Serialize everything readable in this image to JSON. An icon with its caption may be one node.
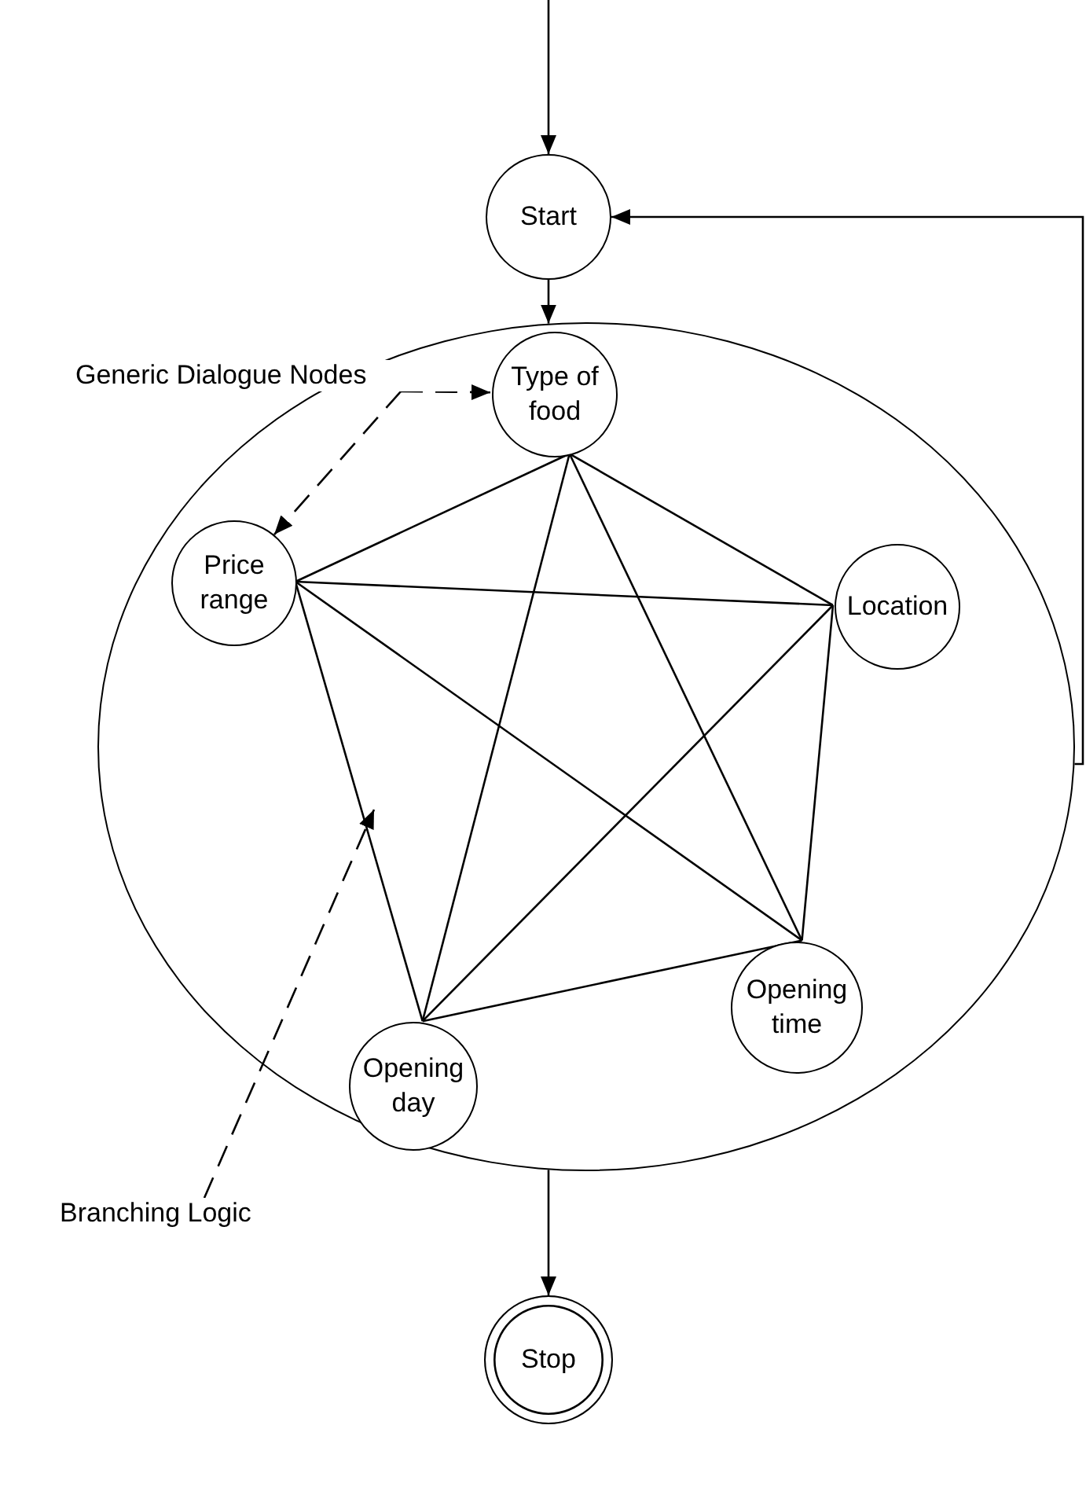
{
  "diagram": {
    "nodes": [
      {
        "text": [
          "Start"
        ]
      },
      {
        "text": [],
        "shape": "ellipse"
      },
      {
        "text": [
          "Type of food"
        ],
        "in": 1
      },
      {
        "text": [
          "Location"
        ],
        "in": 1
      },
      {
        "text": [
          "Price range"
        ],
        "in": 1
      },
      {
        "text": [
          "Opening time"
        ],
        "in": 1
      },
      {
        "text": [
          "Opening day"
        ],
        "in": 1
      },
      {
        "text": [
          "Stop"
        ]
      },
      {
        "text": [
          "Generic Dialogue Nodes"
        ]
      },
      {
        "text": [
          "Branching Logic"
        ]
      }
    ],
    "edges": [
      {
        "from": null,
        "to": 0,
        "arrow": "to"
      },
      {
        "from": 1,
        "to": 0,
        "arrow": "to"
      },
      {
        "from": 0,
        "to": 1,
        "arrow": "to"
      },
      {
        "from": 1,
        "to": 7,
        "arrow": "to"
      },
      {
        "from": 2,
        "to": 3,
        "arrow": "none"
      },
      {
        "from": 2,
        "to": 4,
        "arrow": "none"
      },
      {
        "from": 2,
        "to": 5,
        "arrow": "none"
      },
      {
        "from": 2,
        "to": 6,
        "arrow": "none"
      },
      {
        "from": 3,
        "to": 4,
        "arrow": "none"
      },
      {
        "from": 3,
        "to": 5,
        "arrow": "none"
      },
      {
        "from": 3,
        "to": 6,
        "arrow": "none"
      },
      {
        "from": 4,
        "to": 5,
        "arrow": "none"
      },
      {
        "from": 4,
        "to": 6,
        "arrow": "none"
      },
      {
        "from": 5,
        "to": 6,
        "arrow": "none"
      },
      {
        "from": 8,
        "to": 2,
        "arrow": "to",
        "style": "dashed"
      },
      {
        "from": 8,
        "to": 4,
        "arrow": "to",
        "style": "dashed"
      },
      {
        "from": 9,
        "to": null,
        "arrow": "to",
        "style": "dashed"
      }
    ]
  }
}
